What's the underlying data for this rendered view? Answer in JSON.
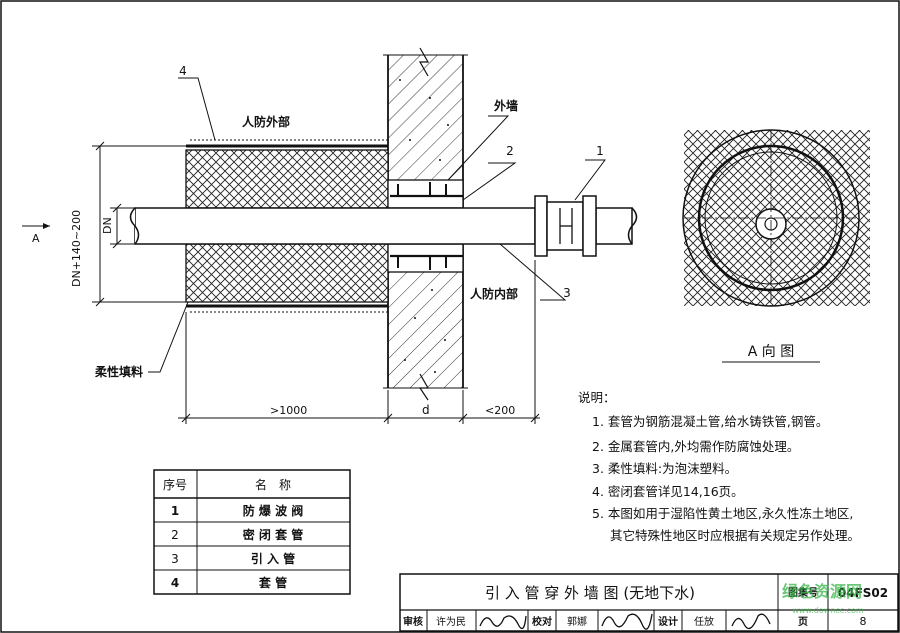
{
  "labels": {
    "callout_1": "1",
    "callout_2": "2",
    "callout_3": "3",
    "callout_4": "4",
    "exterior": "人防外部",
    "interior": "人防内部",
    "outer_wall": "外墙",
    "flexible_fill": "柔性填料",
    "dim_height": "DN+140~200",
    "dim_dn": "DN",
    "view_arrow": "A",
    "dim_left": ">1000",
    "dim_d": "d",
    "dim_right": "<200",
    "view_title": "A 向 图"
  },
  "notes": {
    "title": "说明：",
    "items": [
      "1. 套管为钢筋混凝土管,给水铸铁管,钢管。",
      "2. 金属套管内,外均需作防腐蚀处理。",
      "3. 柔性填料:为泡沫塑料。",
      "4. 密闭套管详见14,16页。",
      "5. 本图如用于湿陷性黄土地区,永久性冻土地区,",
      "其它特殊性地区时应根据有关规定另作处理。"
    ]
  },
  "parts_table": {
    "headers": [
      "序号",
      "名　称"
    ],
    "rows": [
      [
        "1",
        "防 爆 波 阀"
      ],
      [
        "2",
        "密 闭 套 管"
      ],
      [
        "3",
        "引 入 管"
      ],
      [
        "4",
        "套 管"
      ]
    ]
  },
  "title_block": {
    "title": "引 入 管 穿 外 墙 图 (无地下水)",
    "atlas_label": "图集号",
    "atlas_number": "04FS02",
    "review_label": "审核",
    "reviewer": "许为民",
    "check_label": "校对",
    "checker": "郭娜",
    "design_label": "设计",
    "designer": "任放",
    "page_label": "页",
    "page_number": "8"
  },
  "watermark": {
    "text": "绿色资源网",
    "url": "www.downcc.com"
  },
  "colors": {
    "line": "#111111",
    "watermark": "#39b54a"
  }
}
